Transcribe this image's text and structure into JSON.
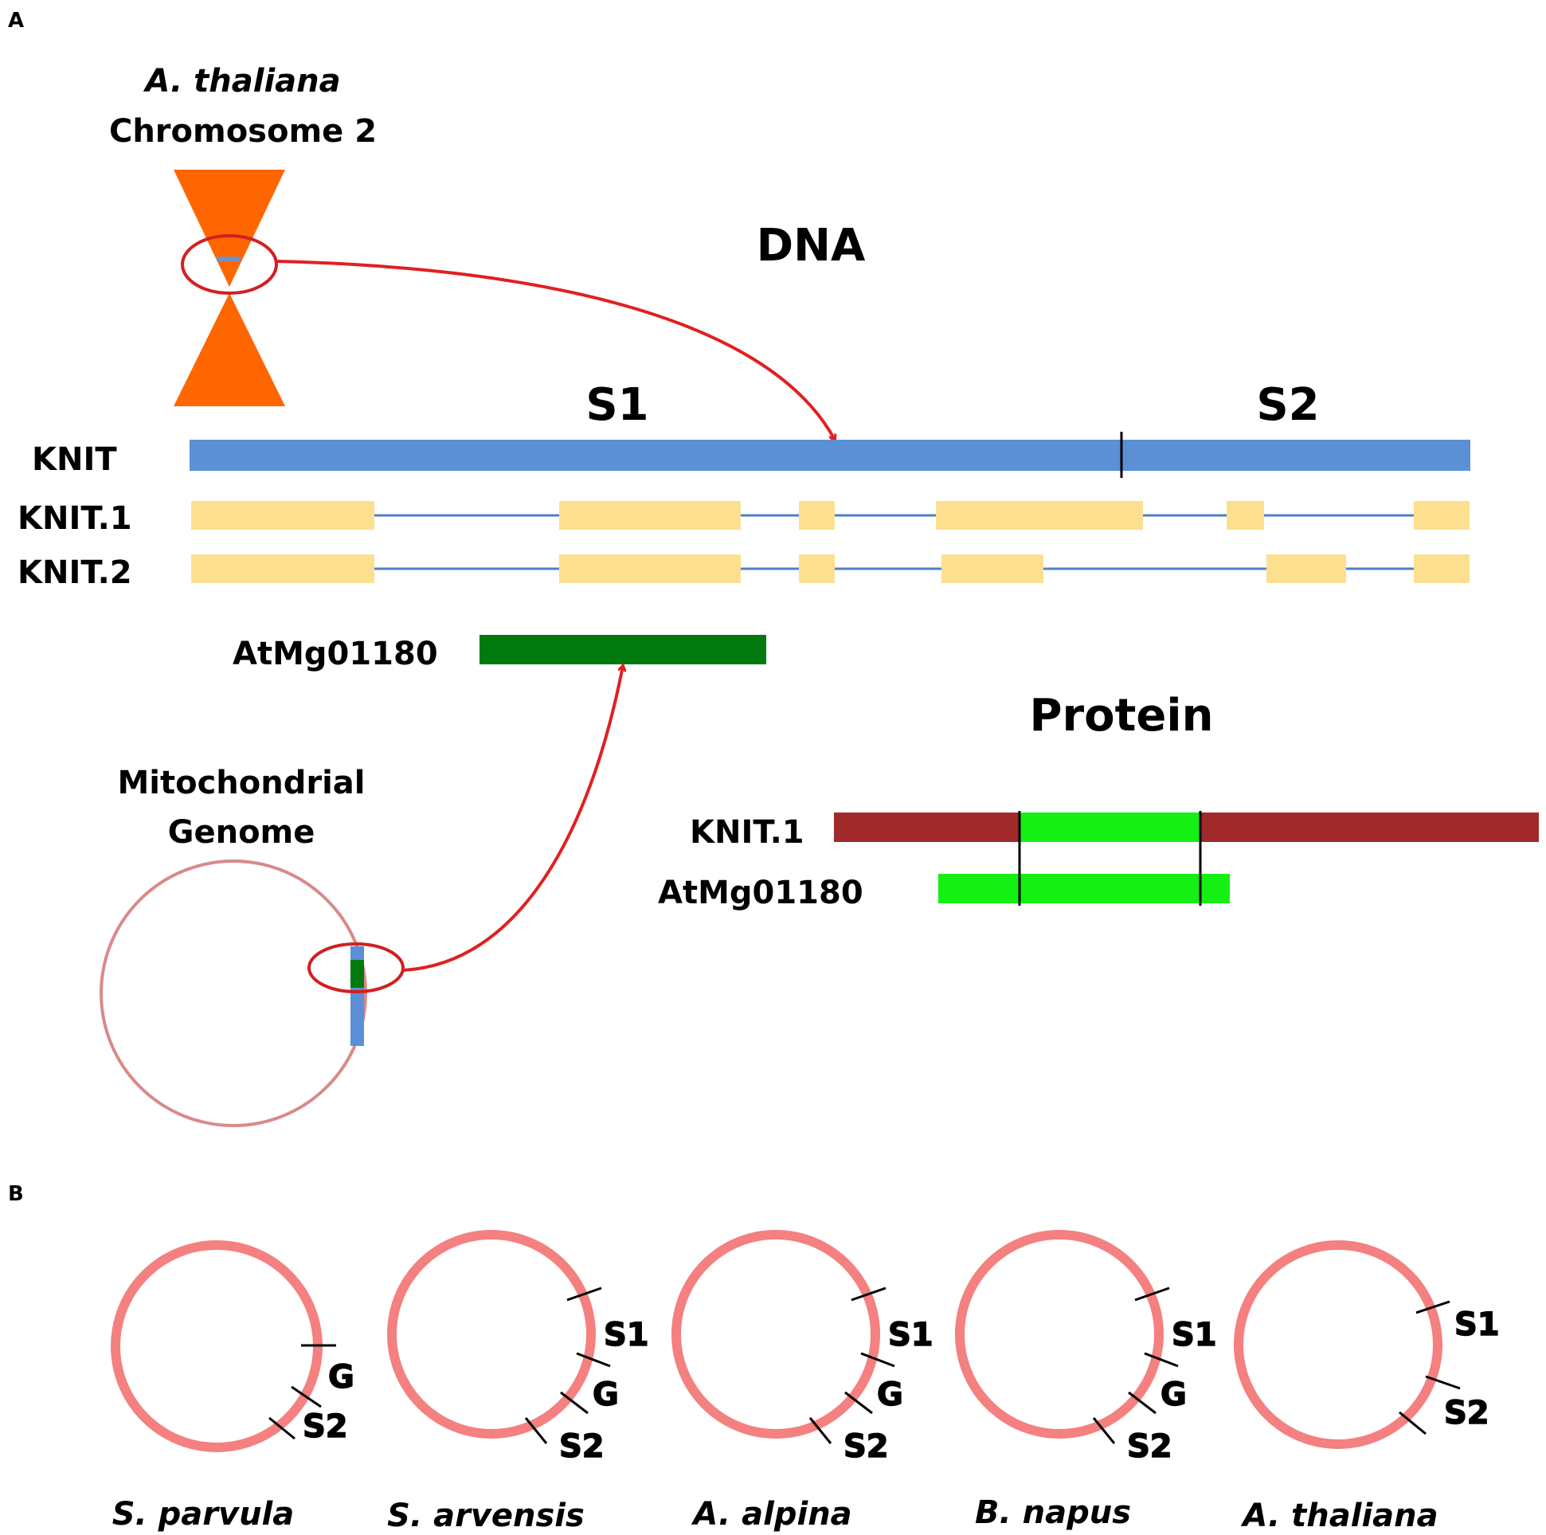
{
  "panel_a": {
    "label": "A",
    "chromosome_species": "A. thaliana",
    "chromosome_name": "Chromosome 2",
    "dna_heading": "DNA",
    "segment_s1": "S1",
    "segment_s2": "S2",
    "gene_label": "KNIT",
    "transcript_1_label": "KNIT.1",
    "transcript_2_label": "KNIT.2",
    "mito_gene_label": "AtMg01180",
    "mito_genome_label_line1": "Mitochondrial",
    "mito_genome_label_line2": "Genome",
    "protein_heading": "Protein",
    "protein_1_label": "KNIT.1",
    "protein_2_label": "AtMg01180"
  },
  "panel_b": {
    "label": "B",
    "species": [
      {
        "name": "S. parvula",
        "markers": [
          "G",
          "S2"
        ]
      },
      {
        "name": "S. arvensis",
        "markers": [
          "S1",
          "G",
          "S2"
        ]
      },
      {
        "name": "A. alpina",
        "markers": [
          "S1",
          "G",
          "S2"
        ]
      },
      {
        "name": "B. napus",
        "markers": [
          "S1",
          "G",
          "S2"
        ]
      },
      {
        "name": "A. thaliana",
        "markers": [
          "S1",
          "S2"
        ]
      }
    ]
  },
  "colors": {
    "chromosome": "#ff6600",
    "gene_bar": "#5b8fd6",
    "exon": "#fde08f",
    "intron": "#4f7fc6",
    "mito_gene": "#007a0c",
    "protein_knit": "#a0292a",
    "protein_overlap": "#14f014",
    "arrow": "#e02020",
    "mito_circle": "#f48080"
  }
}
